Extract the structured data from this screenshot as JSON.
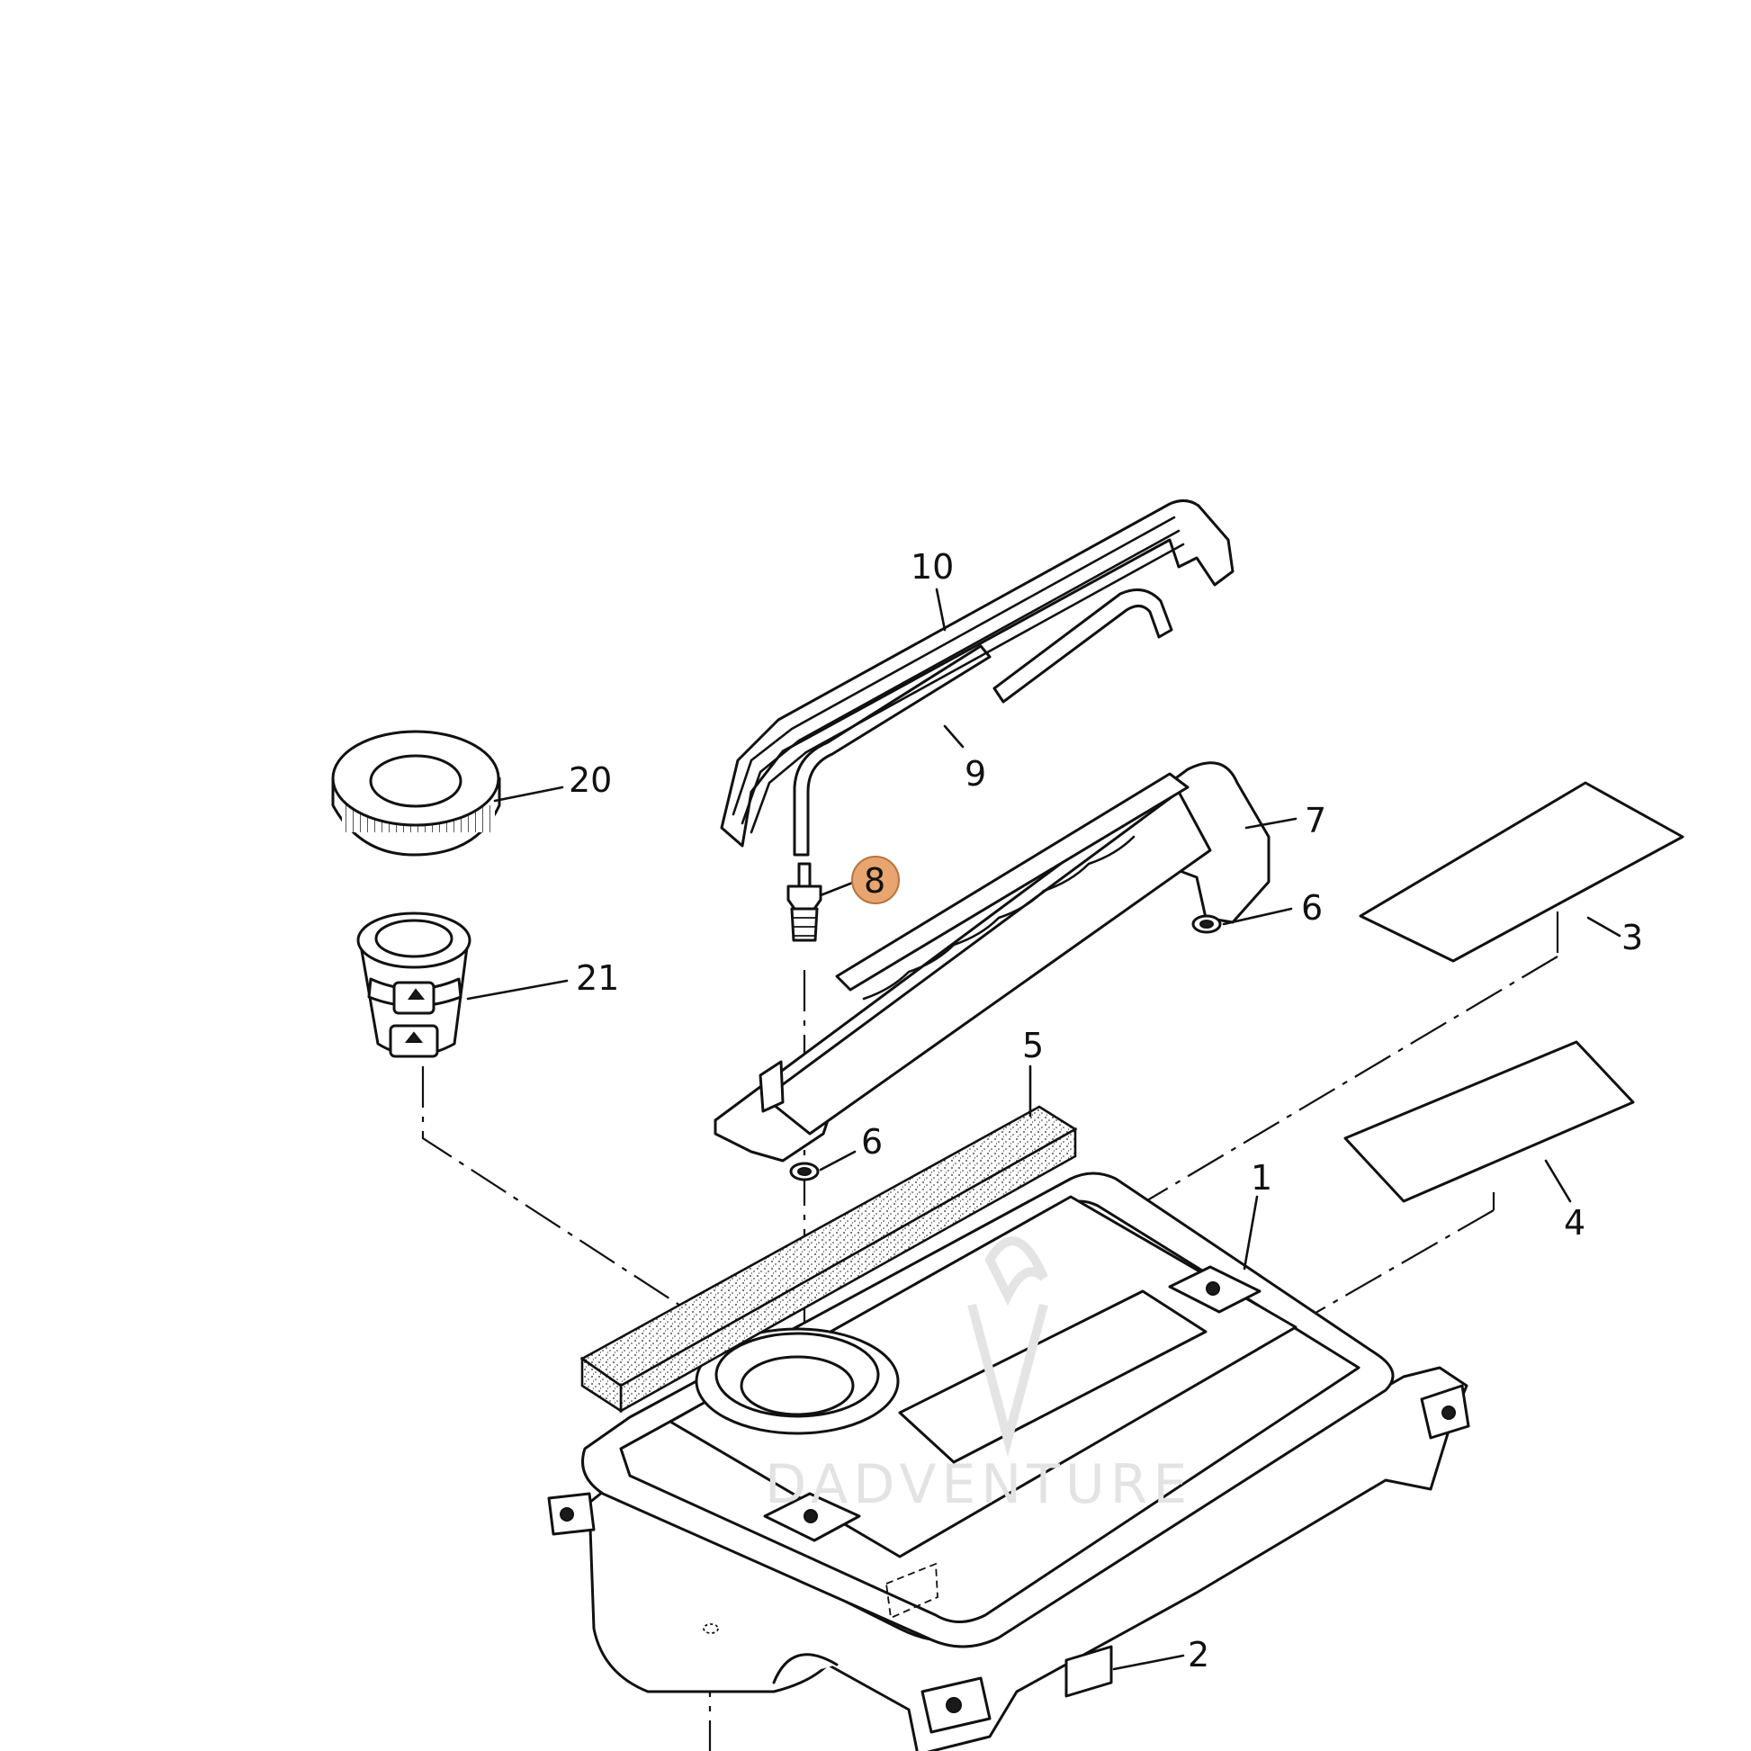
{
  "callouts": [
    "10",
    "9",
    "20",
    "7",
    "8",
    "6",
    "3",
    "21",
    "5",
    "6",
    "1",
    "4",
    "2"
  ],
  "highlighted_callout": "8",
  "highlight_color": "#e8a56f",
  "watermark": "DADVENTURE"
}
